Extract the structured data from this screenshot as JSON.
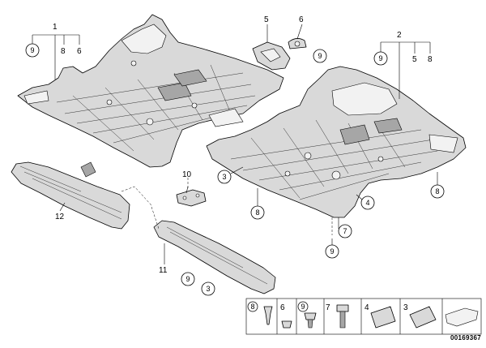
{
  "diagram": {
    "callouts": {
      "c1": "1",
      "c2": "2",
      "c3a": "3",
      "c3b": "3",
      "c4": "4",
      "c5a": "5",
      "c5b": "5",
      "c6a": "6",
      "c6b": "6",
      "c7": "7",
      "c8a": "8",
      "c8b": "8",
      "c8c": "8",
      "c8d": "8",
      "c9a": "9",
      "c9b": "9",
      "c9c": "9",
      "c9d": "9",
      "c9e": "9",
      "c10": "10",
      "c11": "11",
      "c12": "12"
    },
    "legend": {
      "l8": "8",
      "l6": "6",
      "l9": "9",
      "l7": "7",
      "l4": "4",
      "l3": "3"
    },
    "footer_id": "00169367"
  }
}
